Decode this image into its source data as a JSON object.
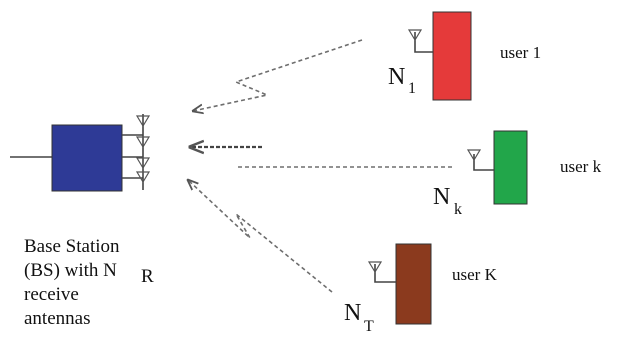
{
  "colors": {
    "base_station": "#2e3a96",
    "user_1": "#e53a3a",
    "user_k": "#22a64a",
    "user_K": "#8b3a1e"
  },
  "base_station": {
    "label_lines": [
      "Base Station",
      "(BS) with N",
      "receive",
      "antennas"
    ],
    "subscript": "R"
  },
  "users": [
    {
      "name": "user 1",
      "n_main": "N",
      "n_sub": "1"
    },
    {
      "name": "user k",
      "n_main": "N",
      "n_sub": "k"
    },
    {
      "name": "user K",
      "n_main": "N",
      "n_sub": "T"
    }
  ]
}
